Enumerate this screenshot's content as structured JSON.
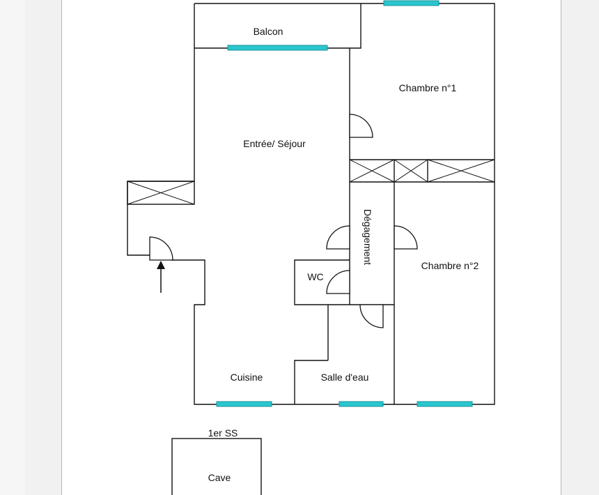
{
  "plan": {
    "rooms": {
      "balcon": "Balcon",
      "chambre1": "Chambre n°1",
      "sejour": "Entrée/ Séjour",
      "degagement": "Dégagement",
      "chambre2": "Chambre n°2",
      "wc": "WC",
      "cuisine": "Cuisine",
      "salle_eau": "Salle d'eau",
      "cave": "Cave"
    },
    "level_label": "1er SS"
  },
  "colors": {
    "wall": "#111111",
    "window": "#29c7cf",
    "window_border": "#1e8f97",
    "page": "#ffffff",
    "background": "#f1f1f1"
  }
}
